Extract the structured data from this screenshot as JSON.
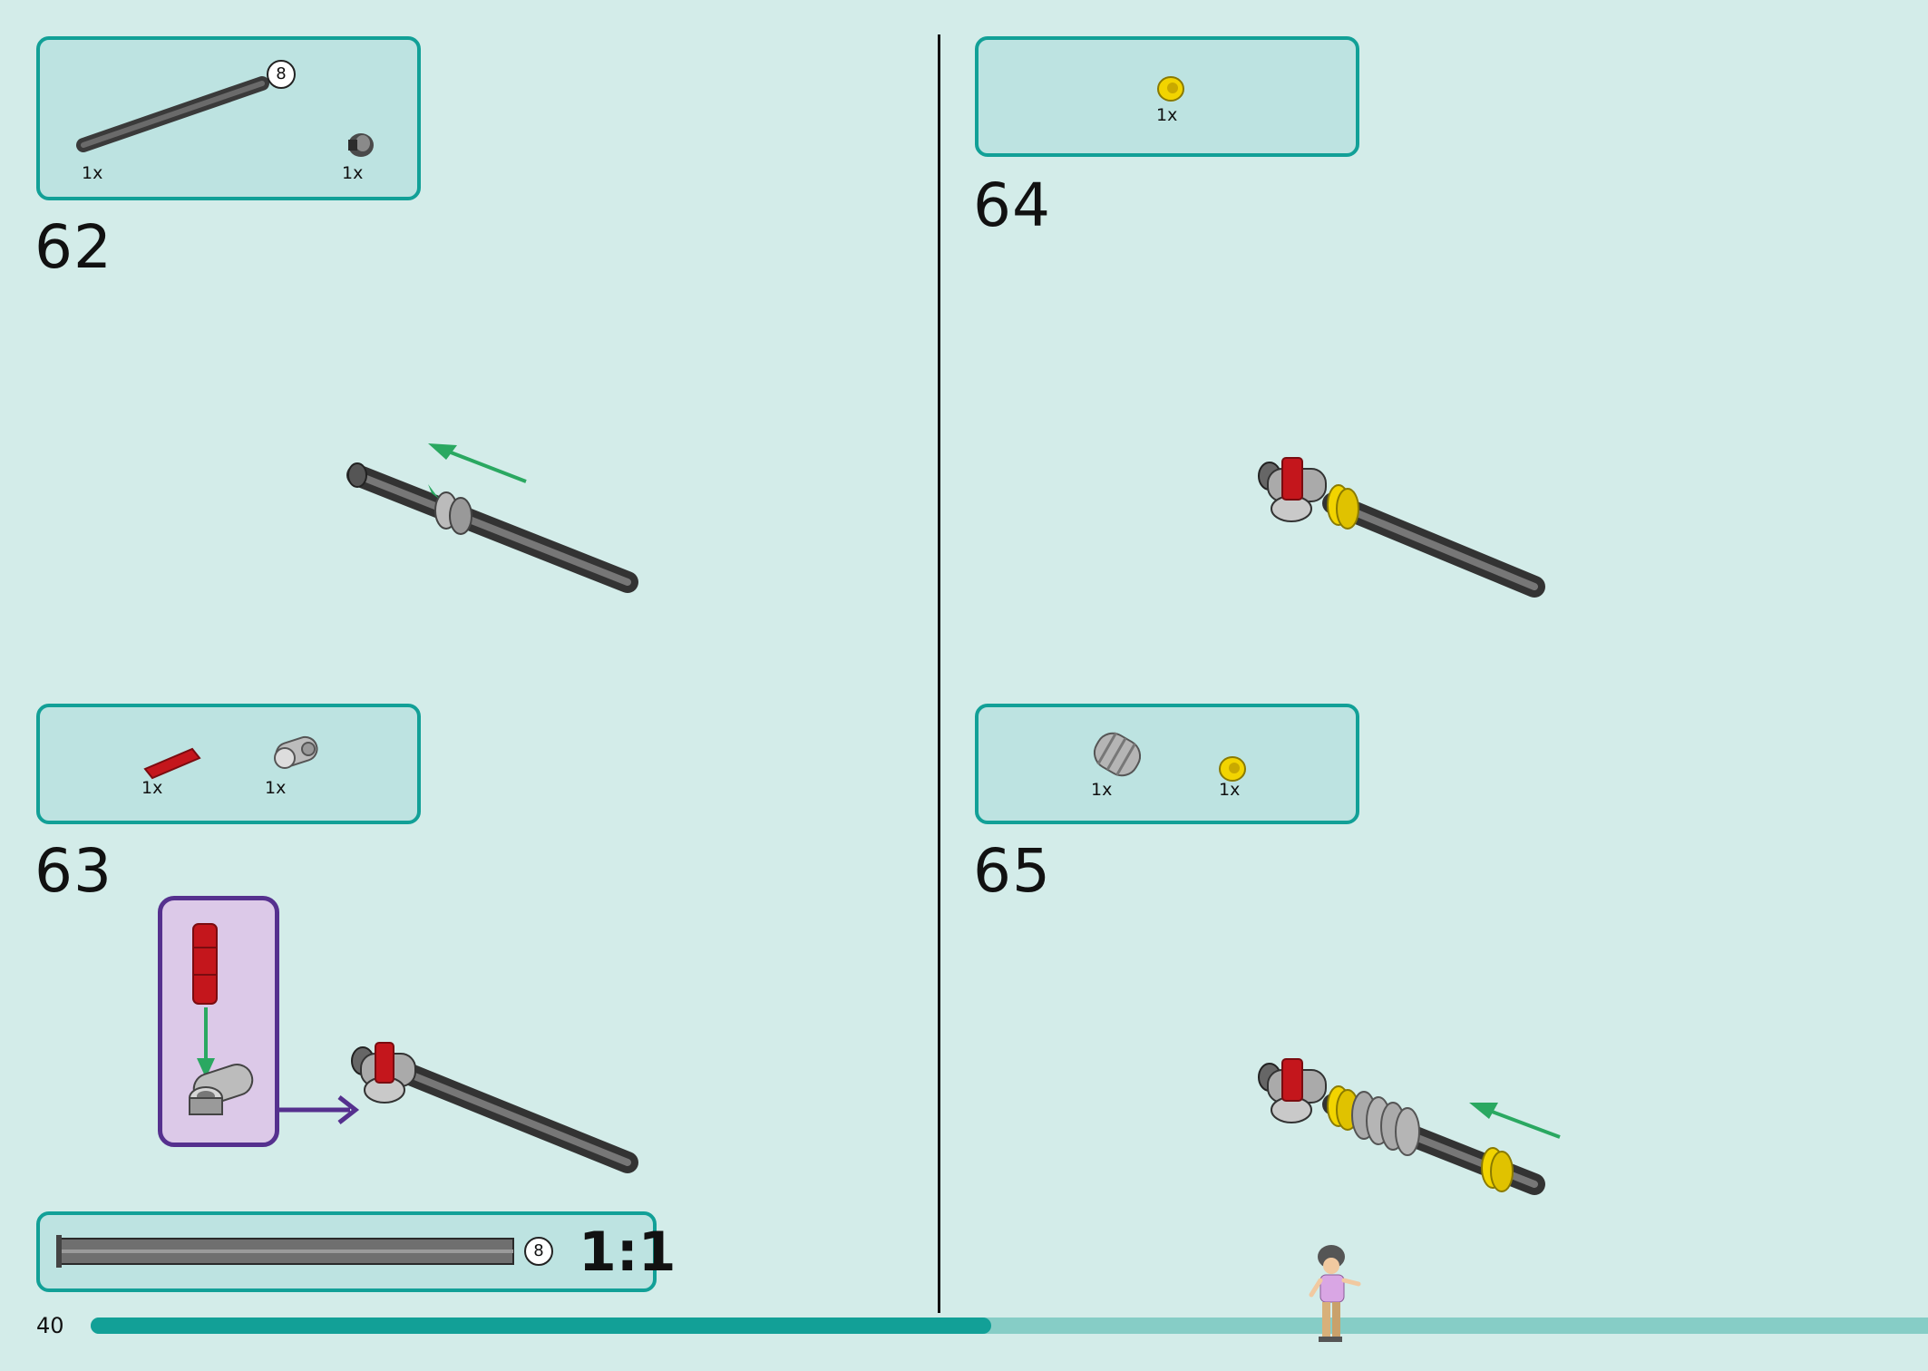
{
  "page": {
    "number": "40",
    "progress_fraction": 0.49
  },
  "steps": [
    {
      "number": "62",
      "parts": [
        {
          "qty": "1x",
          "name": "axle-8"
        },
        {
          "qty": "1x",
          "name": "bush"
        }
      ],
      "axle_length_badge": "8"
    },
    {
      "number": "63",
      "parts": [
        {
          "qty": "1x",
          "name": "red-axle-pin"
        },
        {
          "qty": "1x",
          "name": "gray-connector"
        }
      ]
    },
    {
      "number": "64",
      "parts": [
        {
          "qty": "1x",
          "name": "yellow-bush"
        }
      ]
    },
    {
      "number": "65",
      "parts": [
        {
          "qty": "1x",
          "name": "gray-worm-gear"
        },
        {
          "qty": "1x",
          "name": "yellow-bush"
        }
      ]
    }
  ],
  "scale_box": {
    "badge": "8",
    "label": "1:1"
  },
  "colors": {
    "background": "#d3ece9",
    "accent": "#12a097",
    "callout": "#55308e",
    "arrow": "#2aa861"
  },
  "icons": [
    "arrow-icon",
    "minifigure-icon"
  ]
}
